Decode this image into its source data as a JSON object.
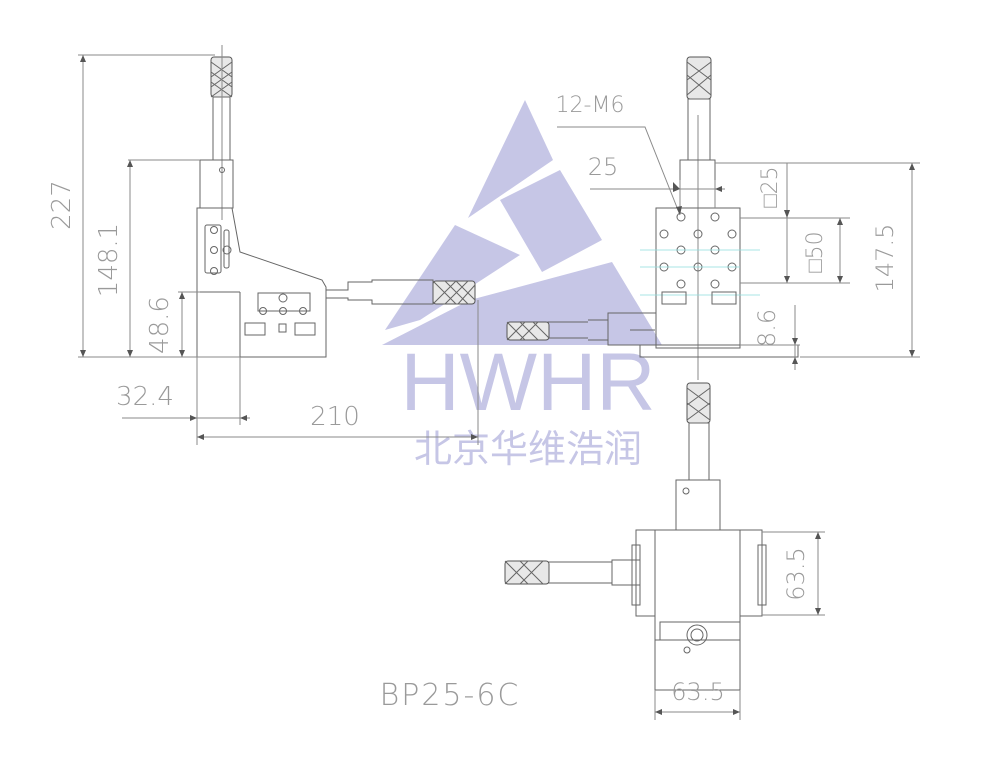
{
  "drawing": {
    "model": "BP25-6C",
    "watermark": {
      "brand": "HWHR",
      "company_cn": "北京华维浩润",
      "color": "#c6c6e6"
    },
    "side_view": {
      "overall_height": "227",
      "platform_height": "148.1",
      "base_height": "48.6",
      "offset": "32.4",
      "overall_length": "210"
    },
    "front_view": {
      "hole_callout": "12-M6",
      "hole_spacing": "25",
      "square_small": "□25",
      "square_large": "□50",
      "height": "147.5",
      "base_thickness": "8.6"
    },
    "top_view": {
      "depth": "63.5",
      "width": "63.5"
    }
  }
}
